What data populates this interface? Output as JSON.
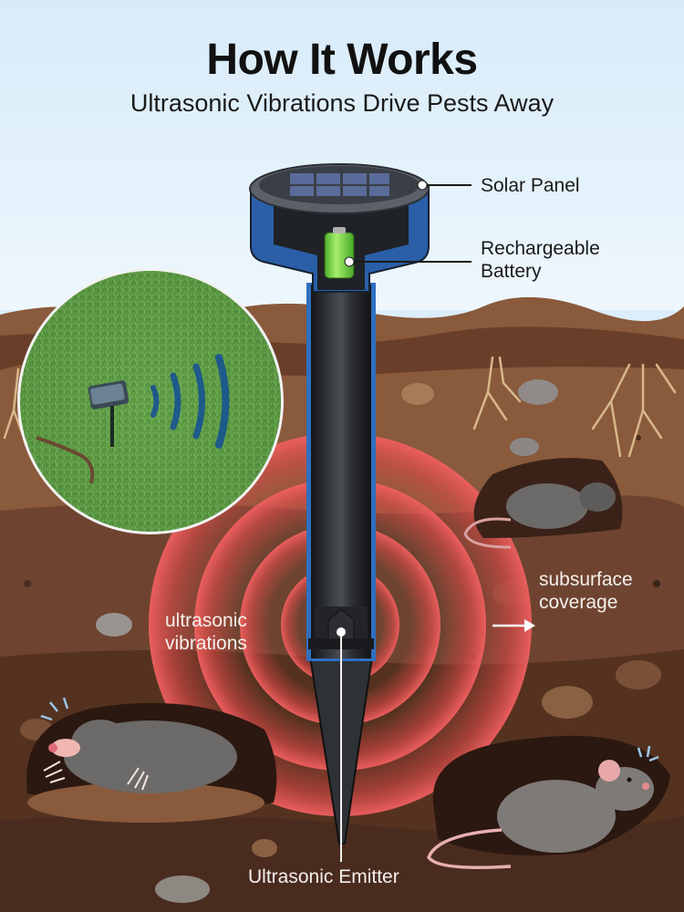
{
  "header": {
    "title": "How It Works",
    "subtitle": "Ultrasonic Vibrations Drive Pests Away"
  },
  "callouts": {
    "solar_panel": "Solar Panel",
    "battery_line1": "Rechargeable",
    "battery_line2": "Battery",
    "vibrations_line1": "ultrasonic",
    "vibrations_line2": "vibrations",
    "coverage_line1": "subsurface",
    "coverage_line2": "coverage",
    "emitter": "Ultrasonic Emitter"
  },
  "illustration": {
    "inset": "device-on-lawn-photo",
    "pests": [
      "mole",
      "rat-in-burrow",
      "rat"
    ],
    "colors": {
      "sky": "#dceefb",
      "soil_top": "#8a5a3c",
      "soil_mid": "#6e4430",
      "soil_deep": "#4a2c1f",
      "wave_red": "#e04848",
      "device_blue": "#2f6fc0",
      "device_black": "#1f2124",
      "battery_green": "#7ed64a",
      "grass": "#5f9a45"
    }
  }
}
